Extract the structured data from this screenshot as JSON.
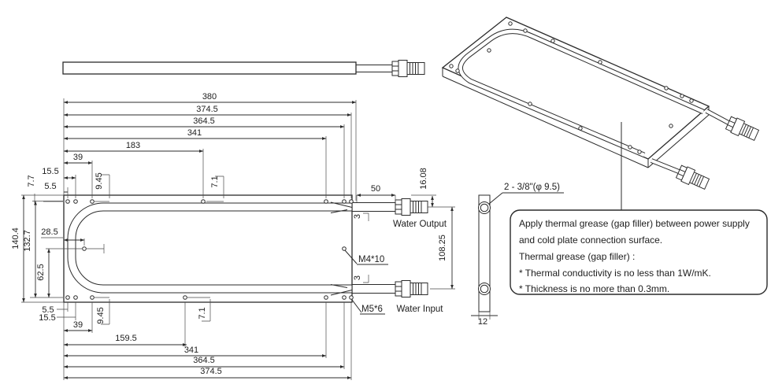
{
  "plan_view": {
    "dims_top": {
      "overall": "380",
      "plate_width": "374.5",
      "holes_364": "364.5",
      "holes_341": "341",
      "holes_183": "183",
      "holes_39": "39",
      "off_15": "15.5",
      "off_7": "7.7",
      "off_5": "5.5",
      "off_945": "9.45",
      "off_71": "7.1",
      "hose_50": "50",
      "hose_1608": "16.08"
    },
    "dims_left": {
      "overall": "140.4",
      "holes": "132.7",
      "hole_285": "28.5",
      "hole_625": "62.5"
    },
    "dims_bottom": {
      "off_5": "5.5",
      "off_15": "15.5",
      "holes_39": "39",
      "off_945": "9.45",
      "off_71": "7.1",
      "holes_159": "159.5",
      "holes_341": "341",
      "holes_364": "364.5",
      "plate_width": "374.5"
    },
    "dims_right": {
      "tube_off_top": "3",
      "tube_off_bottom": "3",
      "port_spacing": "108.25"
    },
    "labels": {
      "water_output": "Water Output",
      "water_input": "Water Input",
      "screw_m4": "M4*10",
      "screw_m5": "M5*6"
    }
  },
  "end_view": {
    "fitting": "2 - 3/8\"(φ 9.5)",
    "thickness": "12"
  },
  "note": {
    "lines": [
      "Apply thermal grease (gap filler) between power supply",
      "and cold plate connection surface.",
      "Thermal grease (gap filler) :",
      "* Thermal conductivity is no less than 1W/mK.",
      "* Thickness is no more than 0.3mm."
    ]
  }
}
